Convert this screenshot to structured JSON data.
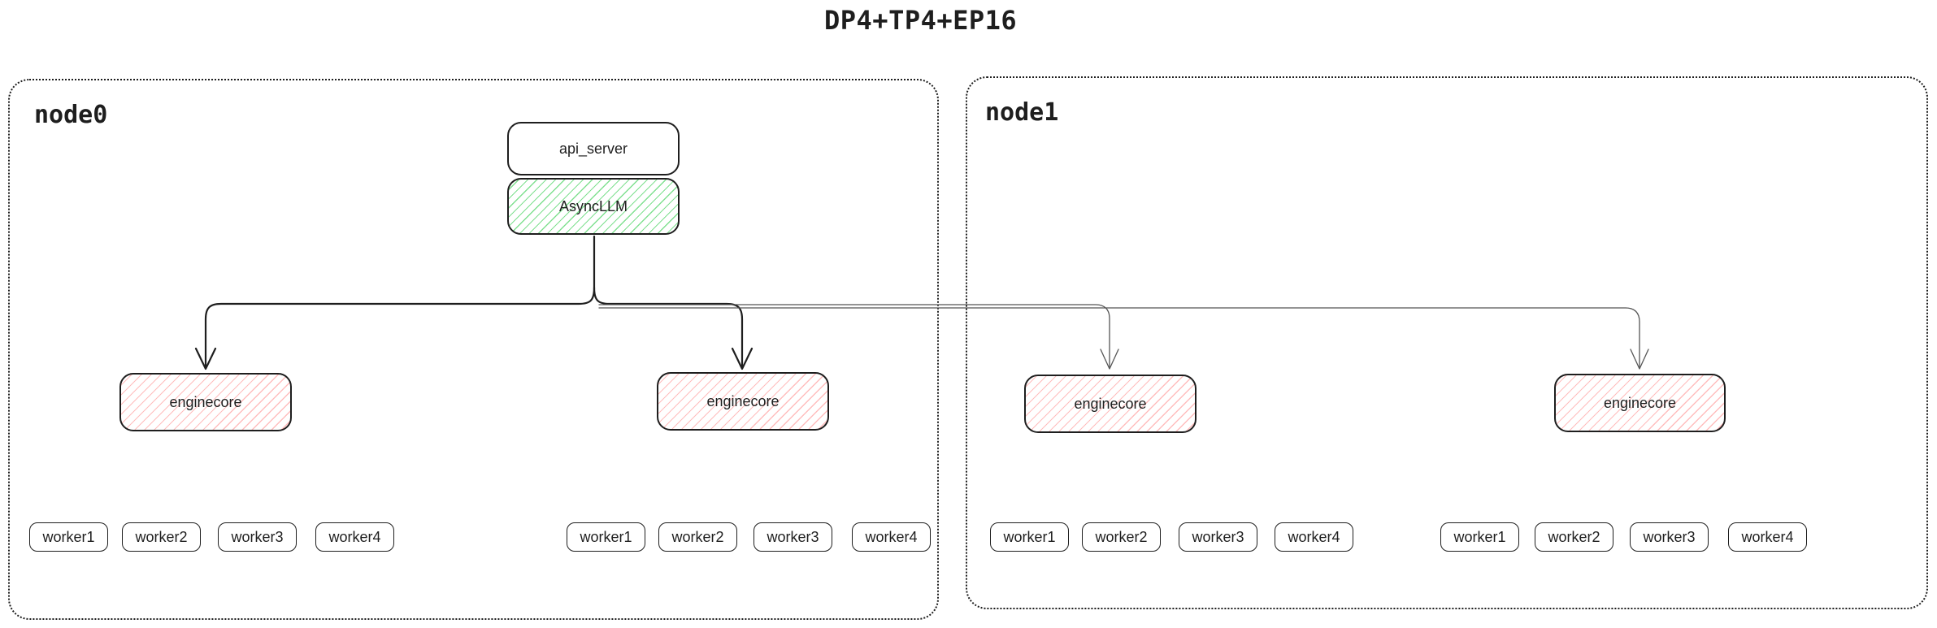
{
  "title": "DP4+TP4+EP16",
  "nodes": [
    {
      "label": "node0"
    },
    {
      "label": "node1"
    }
  ],
  "boxes": {
    "api_server": "api_server",
    "asyncllm": "AsyncLLM",
    "enginecore": "enginecore"
  },
  "workers": [
    "worker1",
    "worker2",
    "worker3",
    "worker4"
  ],
  "colors": {
    "stroke": "#1e1e1e",
    "green_hatch": "#69db7c",
    "red_hatch": "#ff8787",
    "thin_line": "#555555",
    "background": "#ffffff"
  }
}
